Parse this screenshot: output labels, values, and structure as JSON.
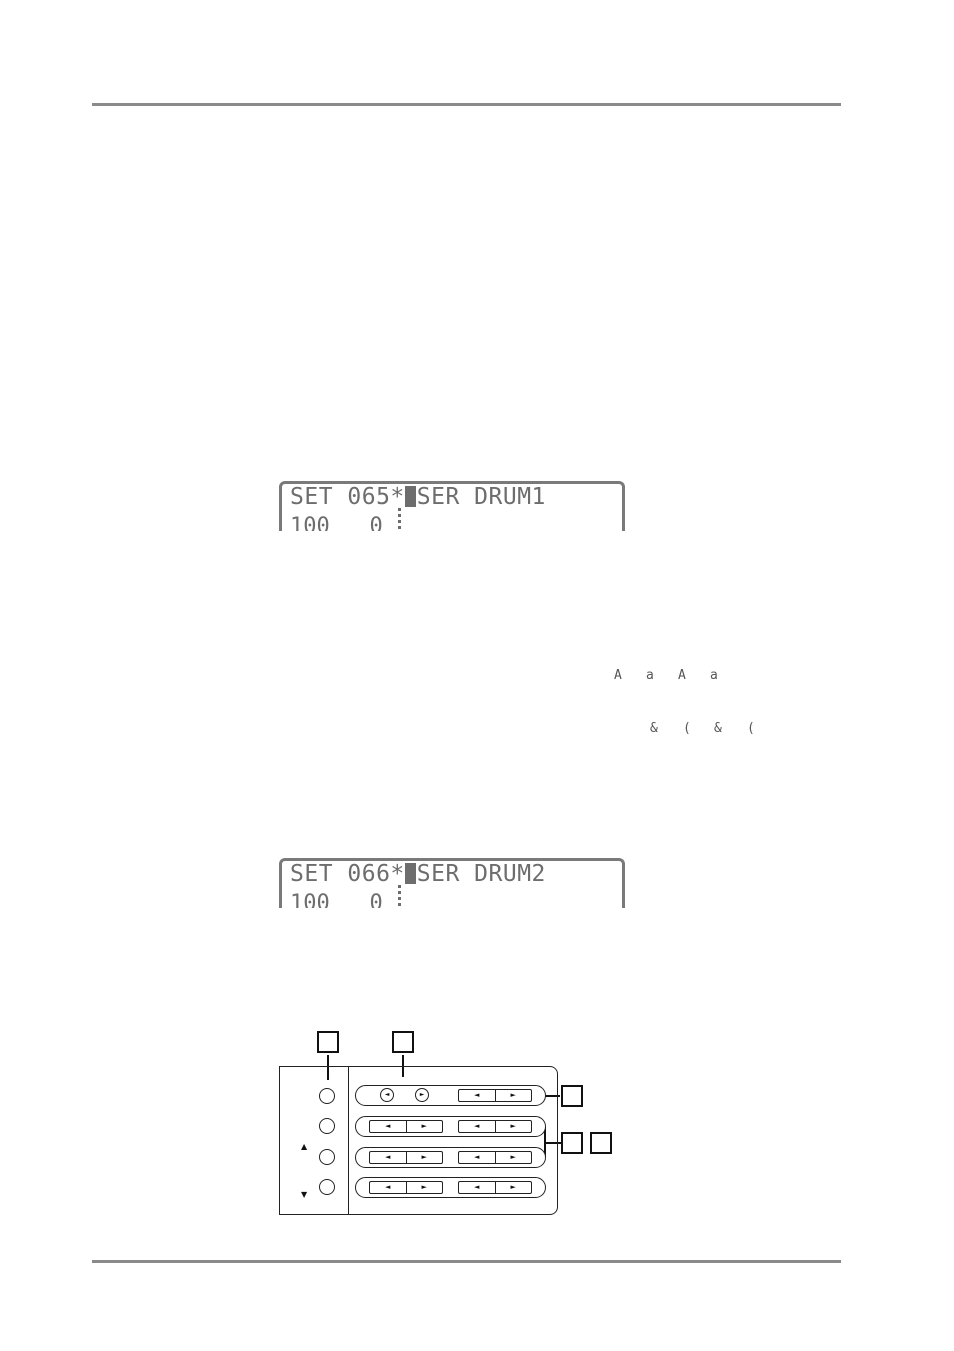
{
  "lcd1": {
    "line1_pre": "SET 065*",
    "line1_post": "SER DRUM1",
    "line2": "100   0"
  },
  "lcd2": {
    "line1_pre": "SET 066*",
    "line1_post": "SER DRUM2",
    "line2": "100   0"
  },
  "glyphs_row1": [
    "A",
    "a",
    "A",
    "a"
  ],
  "glyphs_row2": [
    "&",
    "(",
    "&",
    "("
  ],
  "diagram": {
    "rows": [
      {
        "left_type": "round",
        "left_labels": [
          "◄",
          "►"
        ],
        "right_labels": [
          "◄",
          "►"
        ]
      },
      {
        "left_type": "pair",
        "left_labels": [
          "◄",
          "►"
        ],
        "right_labels": [
          "◄",
          "►"
        ]
      },
      {
        "left_type": "pair",
        "left_labels": [
          "◄",
          "►"
        ],
        "right_labels": [
          "◄",
          "►"
        ]
      },
      {
        "left_type": "pair",
        "left_labels": [
          "◄",
          "►"
        ],
        "right_labels": [
          "◄",
          "►"
        ]
      }
    ],
    "up_arrow": "▲",
    "down_arrow": "▼"
  }
}
